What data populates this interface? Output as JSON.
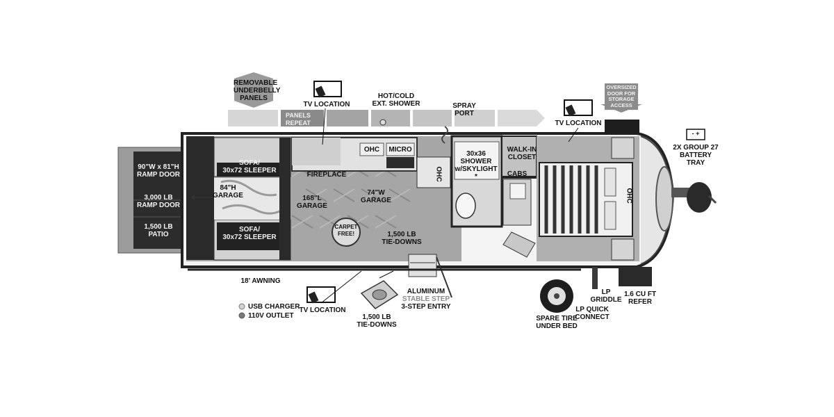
{
  "colors": {
    "wall": "#3a3a3a",
    "floor": "#8e8e8e",
    "garage_floor": "#b5b5b5",
    "dark": "#1e1e1e",
    "banner": "#9a9a9a"
  },
  "labels": {
    "removable_underbelly_panels": [
      "REMOVABLE",
      "UNDERBELLY",
      "PANELS"
    ],
    "panels_repeat": [
      "PANELS",
      "REPEAT"
    ],
    "tv_location_top": "TV LOCATION",
    "hot_cold_shower": [
      "HOT/COLD",
      "EXT. SHOWER"
    ],
    "spray_port": [
      "SPRAY",
      "PORT"
    ],
    "tv_location_right": "TV LOCATION",
    "oversized_door": [
      "OVERSIZED",
      "DOOR FOR",
      "STORAGE",
      "ACCESS"
    ],
    "battery_tray": [
      "2X GROUP 27",
      "BATTERY",
      "TRAY"
    ],
    "ramp_door_size": [
      "90\"W x 81\"H",
      "RAMP DOOR"
    ],
    "ramp_door_capacity": [
      "3,000 LB",
      "RAMP DOOR"
    ],
    "patio_capacity": [
      "1,500 LB",
      "PATIO"
    ],
    "sofa_top": [
      "SOFA/",
      "30x72 SLEEPER"
    ],
    "sofa_bottom": [
      "SOFA/",
      "30x72 SLEEPER"
    ],
    "garage_height": [
      "84\"H",
      "GARAGE"
    ],
    "fireplace": "FIREPLACE",
    "garage_length": [
      "168\"L",
      "GARAGE"
    ],
    "garage_width": [
      "74\"W",
      "GARAGE"
    ],
    "ohc_kitchen": "OHC",
    "micro": "MICRO",
    "ohc_side": "OHC",
    "shower": [
      "30x36",
      "SHOWER",
      "w/SKYLIGHT",
      "*"
    ],
    "walk_in_closet": [
      "WALK-IN",
      "CLOSET"
    ],
    "cabs": "CABS",
    "ohc_bedroom": "OHC",
    "tie_downs_inside": [
      "1,500 LB",
      "TIE-DOWNS"
    ],
    "carpet_free": [
      "CARPET",
      "FREE!"
    ],
    "awning": "18' AWNING",
    "usb_charger": "USB CHARGER",
    "outlet": "110V OUTLET",
    "tv_location_bottom": "TV LOCATION",
    "tie_downs_bottom": [
      "1,500 LB",
      "TIE-DOWNS"
    ],
    "aluminum_step": [
      "ALUMINUM",
      "STABLE STEP",
      "3-STEP ENTRY"
    ],
    "spare_tire": [
      "SPARE TIRE",
      "UNDER BED"
    ],
    "lp_quick_connect": [
      "LP QUICK",
      "CONNECT"
    ],
    "lp_griddle": [
      "LP",
      "GRIDDLE"
    ],
    "refer": [
      "1.6 CU FT",
      "REFER"
    ],
    "battery_symbol": "-  +"
  }
}
